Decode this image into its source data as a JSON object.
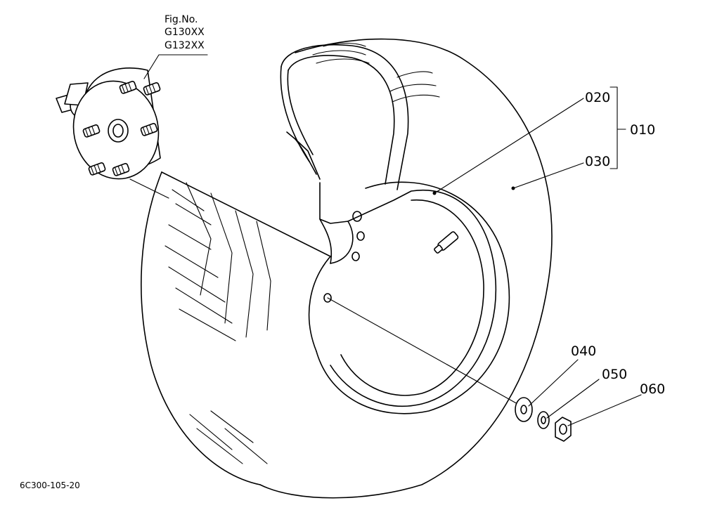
{
  "figure": {
    "fig_label": "Fig.No.",
    "models": [
      "G130XX",
      "G132XX"
    ],
    "drawing_code": "6C300-105-20"
  },
  "parts": [
    {
      "ref": "010"
    },
    {
      "ref": "020"
    },
    {
      "ref": "030"
    },
    {
      "ref": "040"
    },
    {
      "ref": "050"
    },
    {
      "ref": "060"
    }
  ]
}
